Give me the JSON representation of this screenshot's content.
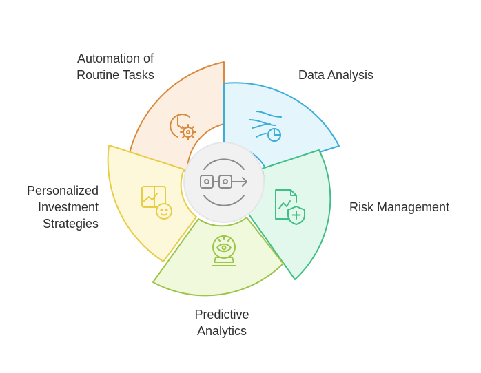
{
  "segments": [
    {
      "id": "automation",
      "label_lines": [
        "Automation of",
        "Routine Tasks"
      ],
      "icon": "clock-gear-icon",
      "stroke": "#d9893c",
      "fill": "#fdeee2"
    },
    {
      "id": "data-analysis",
      "label_lines": [
        "Data Analysis"
      ],
      "icon": "data-stream-chart-icon",
      "stroke": "#3aaed8",
      "fill": "#e4f5fc"
    },
    {
      "id": "risk-management",
      "label_lines": [
        "Risk Management"
      ],
      "icon": "document-shield-icon",
      "stroke": "#3fbf84",
      "fill": "#e2f8ec"
    },
    {
      "id": "predictive-analytics",
      "label_lines": [
        "Predictive",
        "Analytics"
      ],
      "icon": "crystal-ball-eye-icon",
      "stroke": "#9cc44a",
      "fill": "#f1f9dd"
    },
    {
      "id": "personalized-strategies",
      "label_lines": [
        "Personalized",
        "Investment",
        "Strategies"
      ],
      "icon": "chart-person-icon",
      "stroke": "#e6cd45",
      "fill": "#fdf8da"
    }
  ],
  "center": {
    "icon": "linked-flow-icon",
    "stroke": "#8a8a8a",
    "fill": "#f1f1f1"
  }
}
